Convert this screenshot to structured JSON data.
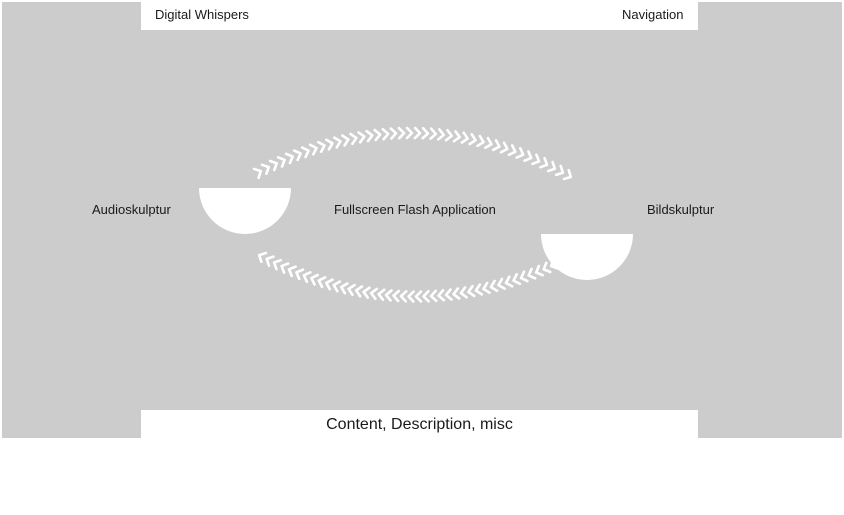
{
  "header": {
    "title": "Digital Whispers",
    "navigation_label": "Navigation"
  },
  "diagram": {
    "center_label": "Fullscreen Flash Application",
    "left_label": "Audioskulptur",
    "right_label": "Bildskulptur"
  },
  "footer": {
    "text": "Content, Description, misc"
  },
  "colors": {
    "stage": "#cccccc",
    "panel": "#ffffff"
  }
}
